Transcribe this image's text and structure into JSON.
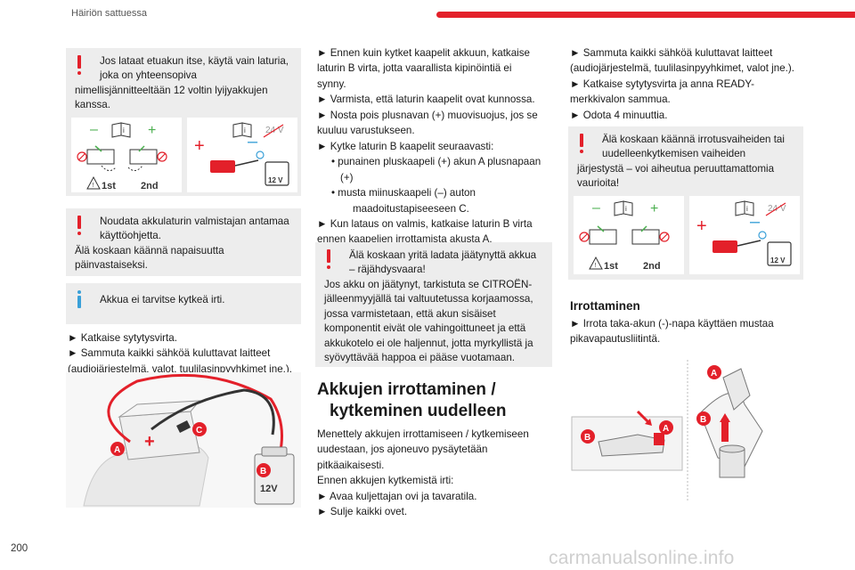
{
  "header": {
    "title": "Häiriön sattuessa",
    "page_number": "200"
  },
  "col1": {
    "warn1": {
      "lines": [
        "Jos lataat etuakun itse, käytä vain laturia,",
        "joka on yhteensopiva",
        "nimellisjännitteeltään 12 voltin lyijyakkujen",
        "kanssa."
      ]
    },
    "fig1": {
      "left": {
        "first": "1st",
        "second": "2nd"
      },
      "right": {
        "voltage": "24 V",
        "battery": "12 V"
      }
    },
    "warn2": {
      "lines": [
        "Noudata akkulaturin valmistajan antamaa",
        "käyttöohjetta.",
        "Älä koskaan käännä napaisuutta",
        "päinvastaiseksi."
      ]
    },
    "info1": {
      "text": "Akkua ei tarvitse kytkeä irti."
    },
    "steps": [
      "► Katkaise sytytysvirta.",
      "► Sammuta kaikki sähköä kuluttavat laitteet",
      "(audiojärjestelmä, valot, tuulilasinpyyhkimet jne.)."
    ],
    "photo": {
      "label_a": "A",
      "label_b": "B",
      "label_c": "C",
      "battery": "12V"
    }
  },
  "col2": {
    "lines": [
      "► Ennen kuin kytket kaapelit akkuun, katkaise",
      "laturin B virta, jotta vaarallista kipinöintiä ei",
      "synny.",
      "► Varmista, että laturin kaapelit ovat kunnossa.",
      "► Nosta pois plusnavan (+) muovisuojus, jos se",
      "kuuluu varustukseen.",
      "► Kytke laturin B kaapelit seuraavasti:",
      "• punainen pluskaapeli (+) akun A plusnapaan",
      "(+)",
      "• musta miinuskaapeli (–) auton",
      "maadoitustapiseeseen C.",
      "► Kun lataus on valmis, katkaise laturin B virta",
      "ennen kaapelien irrottamista akusta A."
    ],
    "warn3": {
      "lines": [
        "Älä koskaan yritä ladata jäätynyttä akkua",
        "– räjähdysvaara!",
        "Jos akku on jäätynyt, tarkistuta se CITROËN-",
        "jälleenmyyjällä tai valtuutetussa korjaamossa,",
        "jossa varmistetaan, että akun sisäiset",
        "komponentit eivät ole vahingoittuneet ja että",
        "akkukotelo ei ole haljennut, jotta myrkyllistä ja",
        "syövyttävää happoa ei pääse vuotamaan."
      ]
    },
    "heading": [
      "Akkujen irrottaminen /",
      "kytkeminen uudelleen"
    ],
    "after": [
      "Menettely akkujen irrottamiseen / kytkemiseen",
      "uudestaan, jos ajoneuvo pysäytetään",
      "pitkäaikaisesti.",
      "Ennen akkujen kytkemistä irti:",
      "► Avaa kuljettajan ovi ja tavaratila.",
      "► Sulje kaikki ovet."
    ]
  },
  "col3": {
    "lines": [
      "► Sammuta kaikki sähköä kuluttavat laitteet",
      "(audiojärjestelmä, tuulilasinpyyhkimet, valot jne.).",
      "► Katkaise sytytysvirta ja anna READY-",
      "merkkivalon sammua.",
      "► Odota 4 minuuttia."
    ],
    "warn4": {
      "lines": [
        "Älä koskaan käännä irrotusvaiheiden tai",
        "uudelleenkytkemisen vaiheiden",
        "järjestystä – voi aiheutua peruuttamattomia",
        "vaurioita!"
      ]
    },
    "fig2": {
      "left": {
        "first": "1st",
        "second": "2nd"
      },
      "right": {
        "voltage": "24 V",
        "battery": "12 V"
      }
    },
    "subheading": "Irrottaminen",
    "step": [
      "► Irrota taka-akun (-)-napa käyttäen mustaa",
      "pikavapautusliitintä."
    ],
    "fig3": {
      "a1": "A",
      "b1": "B",
      "a2": "A",
      "b2": "B"
    }
  },
  "watermark": "carmanualsonline.info",
  "colors": {
    "accent": "#e3202a",
    "info": "#3aa0d8",
    "box": "#ededed",
    "green": "#4caf50"
  }
}
